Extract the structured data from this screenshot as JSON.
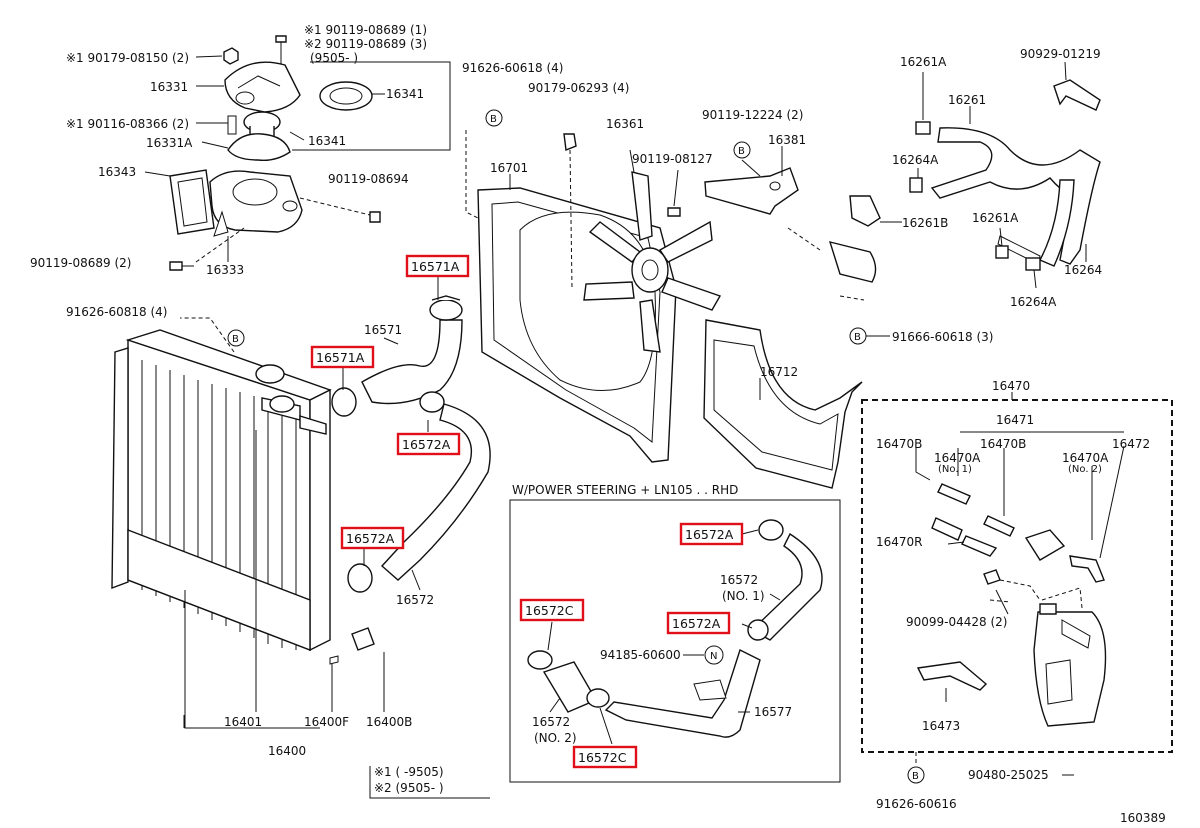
{
  "diagram": {
    "figure_number": "160389",
    "callouts": {
      "c90179_08150": "※1 90179-08150 (2)",
      "c16331": "16331",
      "c90116_08366": "※1 90116-08366 (2)",
      "c16331A": "16331A",
      "c16343": "16343",
      "c90119_08689_2": "90119-08689 (2)",
      "c16333": "16333",
      "c90119_08689_1": "※1  90119-08689 (1)",
      "c90119_08689_3": "※2  90119-08689 (3)",
      "c9505_range": "(9505-          )",
      "c16341_top": "16341",
      "c16341_mid": "16341",
      "c90119_08694": "90119-08694",
      "c91626_60618": "91626-60618 (4)",
      "c90179_06293": "90179-06293 (4)",
      "c16361": "16361",
      "c16701": "16701",
      "c90119_08127": "90119-08127",
      "c90119_12224": "90119-12224 (2)",
      "c16381": "16381",
      "c16261A_top": "16261A",
      "c90929_01219": "90929-01219",
      "c16261": "16261",
      "c16264A_top": "16264A",
      "c16261B": "16261B",
      "c16261A_mid": "16261A",
      "c16264": "16264",
      "c16264A_bot": "16264A",
      "c91626_60818": "91626-60818 (4)",
      "c91666_60618": "91666-60618 (3)",
      "c16571": "16571",
      "c16712": "16712",
      "c16470": "16470",
      "c16471": "16471",
      "c16470B_left": "16470B",
      "c16470A_left": "16470A",
      "c16470A_left_note": "(No. 1)",
      "c16470B_mid": "16470B",
      "c16470A_right": "16470A",
      "c16470A_right_note": "(No. 2)",
      "c16472": "16472",
      "c16470R": "16470R",
      "c16572": "16572",
      "c16401": "16401",
      "c16400F": "16400F",
      "c16400B": "16400B",
      "c16400": "16400",
      "inset_title": "W/POWER STEERING + LN105 . . RHD",
      "c16572_no1": "16572",
      "c16572_no1_note": "(NO. 1)",
      "c94185_60600": "94185-60600",
      "c16577": "16577",
      "c16572_no2": "16572",
      "c16572_no2_note": "(NO. 2)",
      "c90099_04428": "90099-04428 (2)",
      "c16473": "16473",
      "c90480_25025": "90480-25025",
      "c91626_60616": "91626-60616",
      "legend1": "※1 (          -9505)",
      "legend2": "※2 (9505-          )"
    },
    "highlighted": {
      "h16571A_top": "16571A",
      "h16571A_mid": "16571A",
      "h16572A_left": "16572A",
      "h16572A_low": "16572A",
      "h16572A_inset1": "16572A",
      "h16572C_inset": "16572C",
      "h16572A_inset2": "16572A",
      "h16572C_inset_bot": "16572C"
    },
    "markers": {
      "B": "B",
      "N": "N"
    },
    "colors": {
      "highlight": "#e0101a",
      "line": "#111111"
    }
  }
}
